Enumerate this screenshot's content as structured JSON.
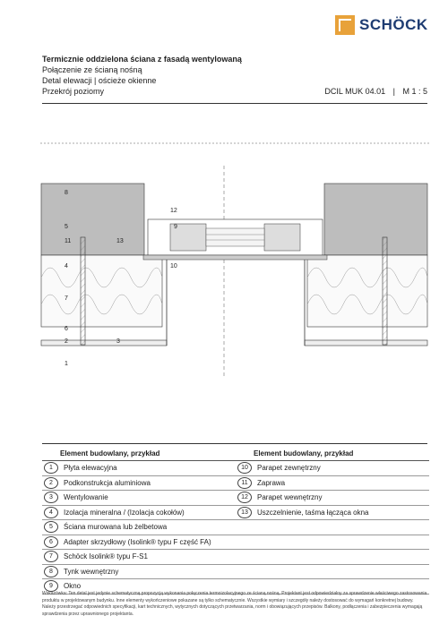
{
  "brand": {
    "name": "SCHÖCK"
  },
  "header": {
    "title": "Termicznie oddzielona ściana z fasadą wentylowaną",
    "line2": "Połączenie ze ścianą nośną",
    "line3": "Detal elewacji | ościeże okienne",
    "line4": "Przekrój poziomy",
    "code": "DCIL MUK 04.01",
    "sep": "|",
    "scale": "M 1 : 5"
  },
  "drawing_labels": {
    "n8": "8",
    "n5": "5",
    "n11a": "11",
    "n13": "13",
    "n4": "4",
    "n7": "7",
    "n6": "6",
    "n2": "2",
    "n3": "3",
    "n1": "1",
    "n12": "12",
    "n9": "9",
    "n10": "10"
  },
  "legend": {
    "left_header": "Element budowlany, przykład",
    "right_header": "Element budowlany, przykład",
    "left": [
      {
        "num": "1",
        "label": "Płyta elewacyjna"
      },
      {
        "num": "2",
        "label": "Podkonstrukcja aluminiowa"
      },
      {
        "num": "3",
        "label": "Wentylowanie"
      },
      {
        "num": "4",
        "label": "Izolacja mineralna / (Izolacja cokołów)"
      },
      {
        "num": "5",
        "label": "Ściana murowana lub żelbetowa"
      },
      {
        "num": "6",
        "label": "Adapter skrzydłowy (Isolink® typu F część FA)"
      },
      {
        "num": "7",
        "label": "Schöck Isolink® typu F-S1"
      },
      {
        "num": "8",
        "label": "Tynk wewnętrzny"
      },
      {
        "num": "9",
        "label": "Okno"
      }
    ],
    "right": [
      {
        "num": "10",
        "label": "Parapet zewnętrzny"
      },
      {
        "num": "11",
        "label": "Zaprawa"
      },
      {
        "num": "12",
        "label": "Parapet wewnętrzny"
      },
      {
        "num": "13",
        "label": "Uszczelnienie, taśma łącząca okna"
      },
      {
        "num": "",
        "label": ""
      },
      {
        "num": "",
        "label": ""
      },
      {
        "num": "",
        "label": ""
      },
      {
        "num": "",
        "label": ""
      },
      {
        "num": "",
        "label": ""
      }
    ]
  },
  "footnote": "Wskazówka: Ten detal jest jedynie schematyczną propozycją wykonania połączenia termoizolacyjnego ze ścianą nośną. Projektant jest odpowiedzialny za sprawdzenie właściwego zastosowania produktu w projektowanym budynku. Inne elementy wykończeniowe pokazane są tylko schematycznie. Wszystkie wymiary i szczegóły należy dostosować do wymagań konkretnej budowy. Należy przestrzegać odpowiednich specyfikacji, kart technicznych, wytycznych dotyczących przetwarzania, norm i obowiązujących przepisów. Balkony, podłączenia i zabezpieczenia wymagają sprawdzenia przez uprawnionego projektanta."
}
